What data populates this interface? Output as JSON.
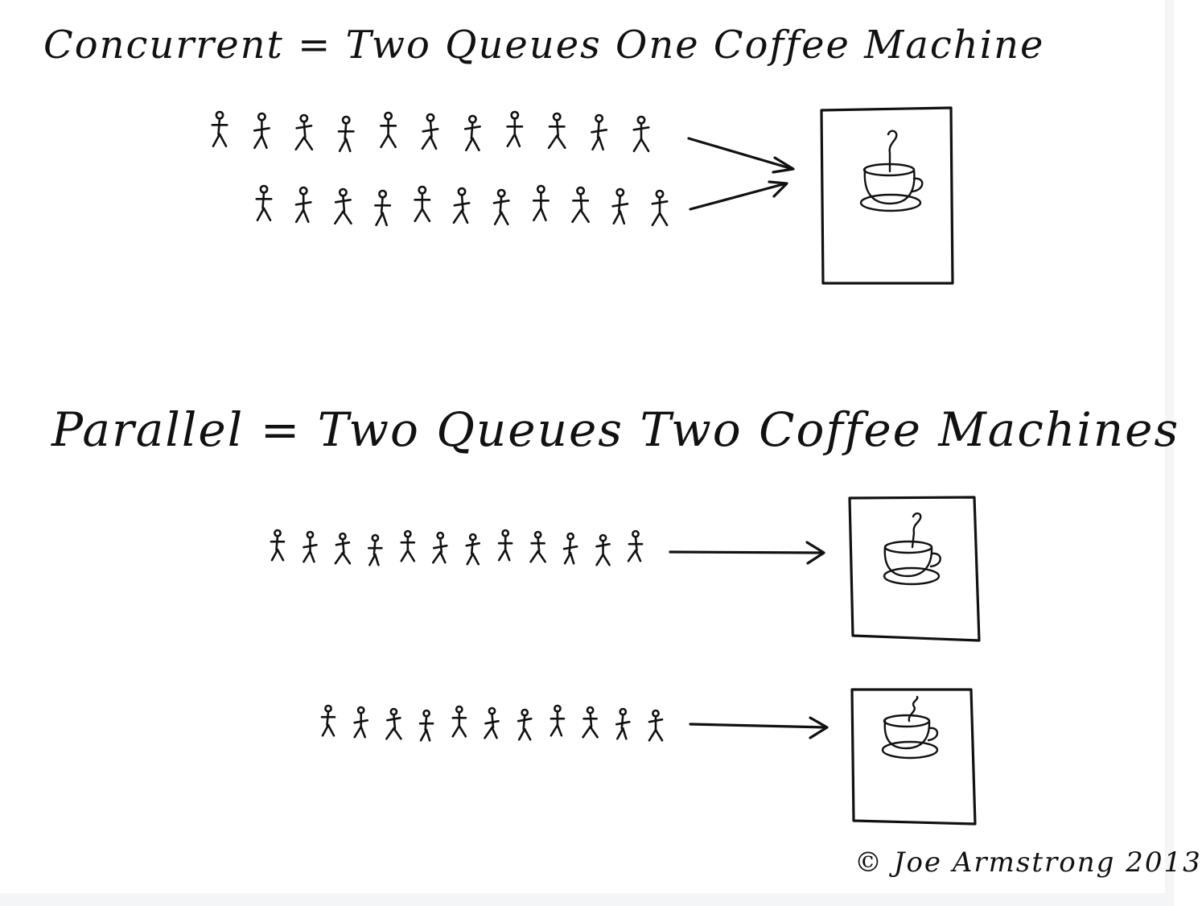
{
  "concurrent": {
    "title": "Concurrent = Two Queues One Coffee Machine",
    "queues": [
      {
        "people": 11
      },
      {
        "people": 11
      }
    ],
    "machines": 1
  },
  "parallel": {
    "title": "Parallel = Two Queues Two Coffee Machines",
    "queues": [
      {
        "people": 12
      },
      {
        "people": 11
      }
    ],
    "machines": 2
  },
  "credit": "© Joe Armstrong 2013",
  "colors": {
    "ink": "#111111",
    "paper": "#ffffff",
    "margin": "#f4f5f7"
  },
  "icons": [
    "stick-figure-icon",
    "arrow-icon",
    "coffee-cup-icon"
  ]
}
